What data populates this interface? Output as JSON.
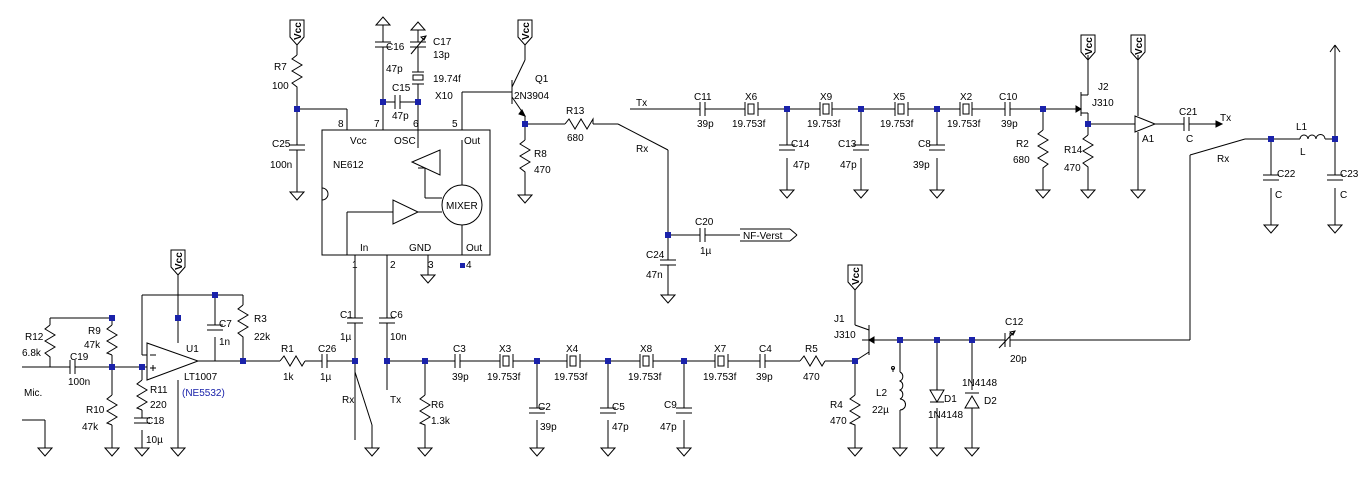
{
  "labels": {
    "vcc": "Vcc",
    "mic": "Mic.",
    "rx": "Rx",
    "tx": "Tx",
    "nf_verst": "NF-Verst",
    "u1_alt": "(NE5532)"
  },
  "components": {
    "r7": [
      "R7",
      "100"
    ],
    "c25": [
      "C25",
      "100n"
    ],
    "c16": [
      "C16",
      "47p"
    ],
    "c17": [
      "C17",
      "13p"
    ],
    "x10": [
      "19.74f",
      "X10"
    ],
    "c15": [
      "C15",
      "47p"
    ],
    "q1": [
      "Q1",
      "2N3904"
    ],
    "r13": [
      "R13",
      "680"
    ],
    "r8": [
      "R8",
      "470"
    ],
    "ne612": [
      "NE612",
      "Vcc",
      "OSC",
      "Out",
      "MIXER",
      "In",
      "GND",
      "Out"
    ],
    "ne612_pins": [
      "8",
      "7",
      "6",
      "5",
      "1",
      "2",
      "3",
      "4"
    ],
    "c20": [
      "C20",
      "1µ"
    ],
    "c24": [
      "C24",
      "47n"
    ],
    "c11": [
      "C11",
      "39p"
    ],
    "x6": [
      "X6",
      "19.753f"
    ],
    "x9": [
      "X9",
      "19.753f"
    ],
    "x5": [
      "X5",
      "19.753f"
    ],
    "x2": [
      "X2",
      "19.753f"
    ],
    "c10": [
      "C10",
      "39p"
    ],
    "c14": [
      "C14",
      "47p"
    ],
    "c13": [
      "C13",
      "47p"
    ],
    "c8": [
      "C8",
      "39p"
    ],
    "r2": [
      "R2",
      "680"
    ],
    "j2": [
      "J2",
      "J310"
    ],
    "r14": [
      "R14",
      "470"
    ],
    "a1": [
      "A1"
    ],
    "c21": [
      "C21",
      "C"
    ],
    "l1": [
      "L1",
      "L"
    ],
    "c22": [
      "C22",
      "C"
    ],
    "c23": [
      "C23",
      "C"
    ],
    "r12": [
      "R12",
      "6.8k"
    ],
    "c19": [
      "C19",
      "100n"
    ],
    "r9": [
      "R9",
      "47k"
    ],
    "r10": [
      "R10",
      "47k"
    ],
    "r11": [
      "R11",
      "220"
    ],
    "c18": [
      "C18",
      "10µ"
    ],
    "c7": [
      "C7",
      "1n"
    ],
    "r3": [
      "R3",
      "22k"
    ],
    "u1": [
      "U1",
      "LT1007"
    ],
    "r1": [
      "R1",
      "1k"
    ],
    "c26": [
      "C26",
      "1µ"
    ],
    "c1": [
      "C1",
      "1µ"
    ],
    "c6": [
      "C6",
      "10n"
    ],
    "c3": [
      "C3",
      "39p"
    ],
    "x3": [
      "X3",
      "19.753f"
    ],
    "x4": [
      "X4",
      "19.753f"
    ],
    "x8": [
      "X8",
      "19.753f"
    ],
    "x7": [
      "X7",
      "19.753f"
    ],
    "c4": [
      "C4",
      "39p"
    ],
    "r5": [
      "R5",
      "470"
    ],
    "r6": [
      "R6",
      "1.3k"
    ],
    "c2": [
      "C2",
      "39p"
    ],
    "c5": [
      "C5",
      "47p"
    ],
    "c9": [
      "C9",
      "47p"
    ],
    "j1": [
      "J1",
      "J310"
    ],
    "r4": [
      "R4",
      "470"
    ],
    "l2": [
      "L2",
      "22µ"
    ],
    "d1": [
      "D1",
      "1N4148"
    ],
    "d2": [
      "1N4148",
      "D2"
    ],
    "c12": [
      "C12",
      "20p"
    ]
  }
}
